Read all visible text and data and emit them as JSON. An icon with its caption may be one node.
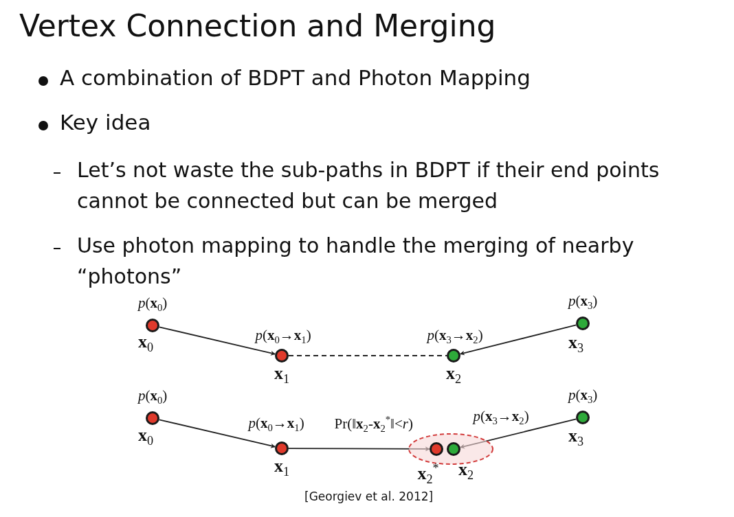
{
  "diagram": {
    "title": "Vertex Connection and Merging",
    "nodes": [
      {
        "text": [
          "**x**$_{0}$"
        ],
        "beside": [
          "*p*(**x**$_{0}$)"
        ]
      },
      {
        "text": [
          "**x**$_{1}$"
        ]
      },
      {
        "text": [
          "**x**$_{2}$"
        ]
      },
      {
        "text": [
          "**x**$_{3}$"
        ],
        "beside": [
          "*p*(**x**$_{3}$)"
        ]
      },
      {
        "text": [
          "**x**$_{0}$"
        ],
        "beside": [
          "*p*(**x**$_{0}$)"
        ]
      },
      {
        "text": [
          "**x**$_{1}$"
        ]
      },
      {
        "text": [],
        "shape": "ellipse"
      },
      {
        "text": [
          "**x**$_{2}$$^{*}$"
        ],
        "in": 6
      },
      {
        "text": [
          "**x**$_{2}$"
        ],
        "in": 6
      },
      {
        "text": [
          "**x**$_{3}$"
        ],
        "beside": [
          "*p*(**x**$_{3}$)"
        ]
      }
    ],
    "edges": [
      {
        "from": 0,
        "to": 1,
        "arrow": "to",
        "label": "*p*(**x**$_{0}$→**x**$_{1}$)"
      },
      {
        "from": 3,
        "to": 2,
        "arrow": "to",
        "label": "*p*(**x**$_{3}$→**x**$_{2}$)"
      },
      {
        "from": 1,
        "to": 2,
        "arrow": "none",
        "style": "dashed"
      },
      {
        "from": 4,
        "to": 5,
        "arrow": "to",
        "label": "*p*(**x**$_{0}$→**x**$_{1}$)"
      },
      {
        "from": 5,
        "to": 7,
        "arrow": "to",
        "label": "Pr(‖**x**$_{2}$-**x**$_{2}$$^{*}$‖<*r*)"
      },
      {
        "from": 9,
        "to": 8,
        "arrow": "to",
        "label": "*p*(**x**$_{3}$→**x**$_{2}$)"
      }
    ],
    "labels": [
      "A combination of BDPT and Photon Mapping",
      "Key idea",
      "Let’s not waste the sub-paths in BDPT if their end points cannot be connected but can be merged",
      "Use photon mapping to handle the merging of nearby “photons”",
      "[Georgiev et al. 2012]"
    ]
  }
}
